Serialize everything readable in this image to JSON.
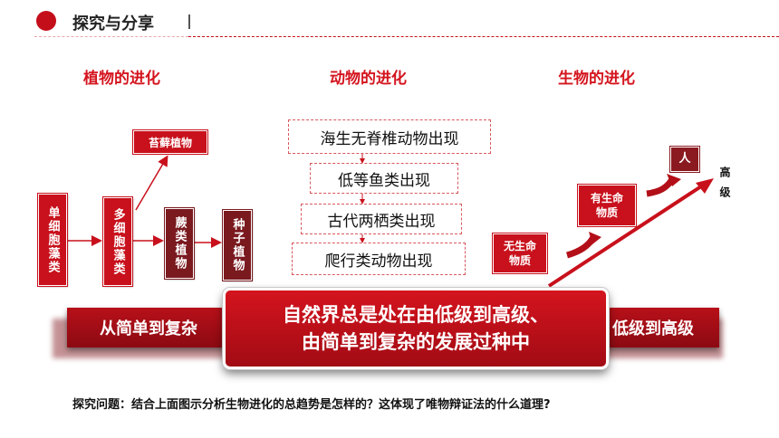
{
  "header": {
    "title": "探究与分享"
  },
  "columns": {
    "plant_title": "植物的进化",
    "animal_title": "动物的进化",
    "bio_title": "生物的进化"
  },
  "plants": {
    "single_cell_algae": "单细胞藻类",
    "multi_cell_algae": "多细胞藻类",
    "moss": "苔藓植物",
    "fern": "蕨类植物",
    "seed_plant": "种子植物"
  },
  "animals": [
    "海生无脊椎动物出现",
    "低等鱼类出现",
    "古代两栖类出现",
    "爬行类动物出现"
  ],
  "bio": {
    "nonliving": "无生命物质",
    "living": "有生命物质",
    "human": "人",
    "level_label": "高级"
  },
  "banners": {
    "left": "从简单到复杂",
    "right": "低级到高级",
    "center_line1": "自然界总是处在由低级到高级、",
    "center_line2": "由简单到复杂的发展过种中"
  },
  "question": "探究问题：结合上面图示分析生物进化的总趋势是怎样的？这体现了唯物辩证法的什么道理?",
  "colors": {
    "accent": "#c8111c",
    "dark_red": "#7a1a1f"
  }
}
